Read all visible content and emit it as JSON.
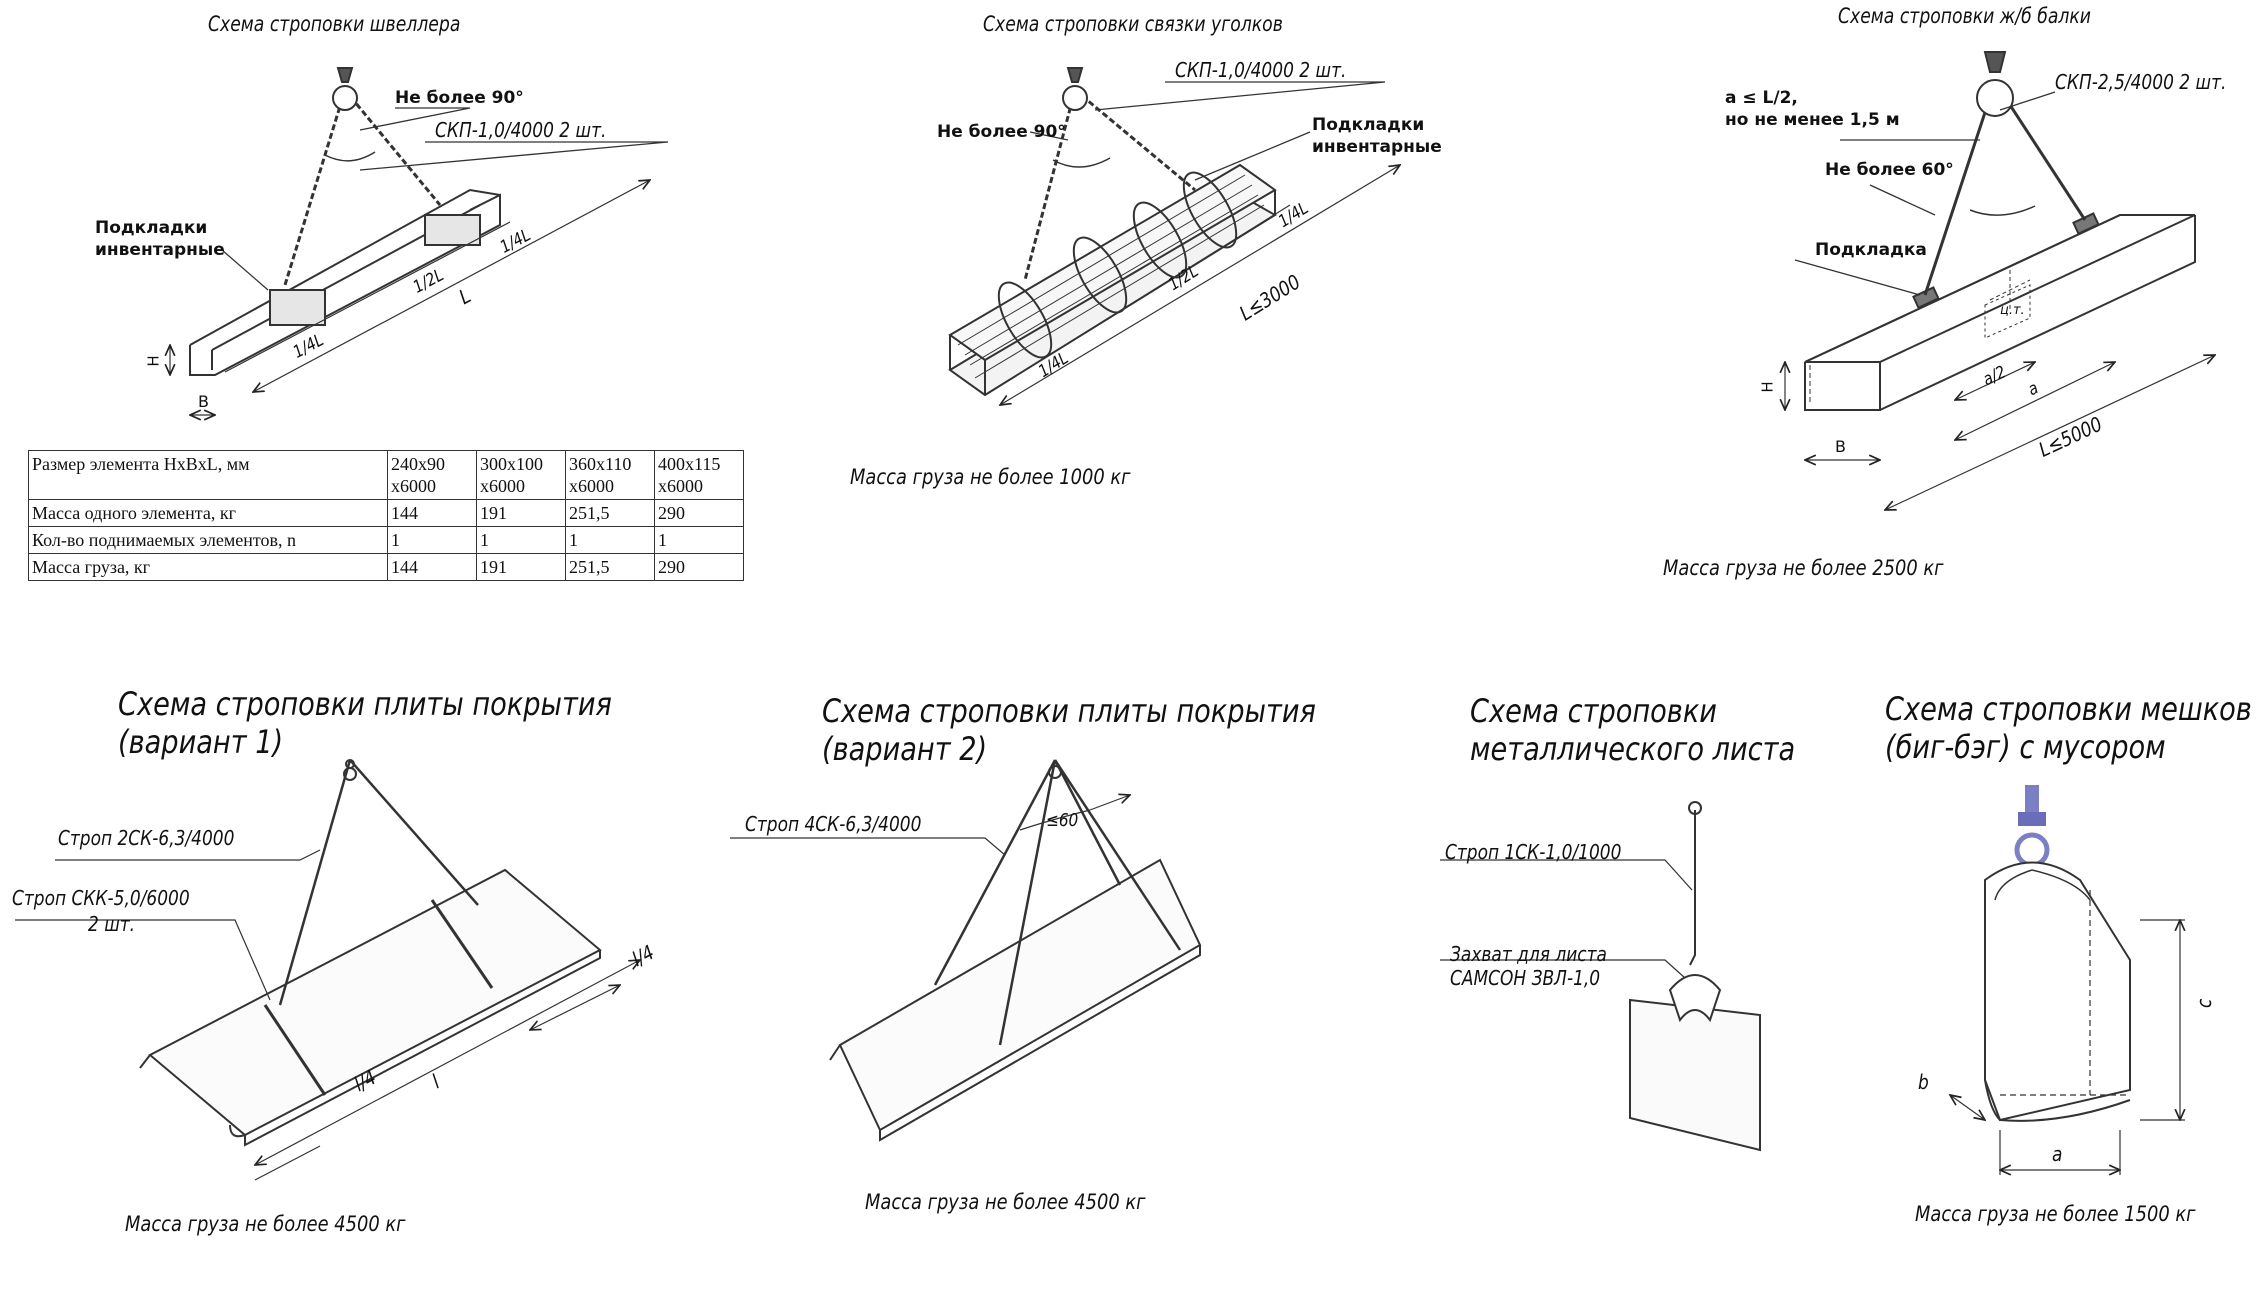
{
  "panel1": {
    "title": "Схема строповки швеллера",
    "angle": "Не более 90°",
    "sling": "СКП-1,0/4000 2 шт.",
    "pads_line1": "Подкладки",
    "pads_line2": "инвентарные",
    "dim_h": "H",
    "dim_b": "B",
    "dim_l": "L",
    "dim_half": "1/2L",
    "dim_q1": "1/4L",
    "dim_q2": "1/4L"
  },
  "table": {
    "headers": [
      "Размер элемента HxBxL, мм",
      "240x90 x6000",
      "300x100 x6000",
      "360x110 x6000",
      "400x115 x6000"
    ],
    "rows": [
      [
        "Масса одного элемента, кг",
        "144",
        "191",
        "251,5",
        "290"
      ],
      [
        "Кол-во поднимаемых элементов, n",
        "1",
        "1",
        "1",
        "1"
      ],
      [
        "Масса груза, кг",
        "144",
        "191",
        "251,5",
        "290"
      ]
    ]
  },
  "panel2": {
    "title": "Схема строповки связки уголков",
    "sling": "СКП-1,0/4000 2 шт.",
    "angle": "Не более 90°",
    "pads_line1": "Подкладки",
    "pads_line2": "инвентарные",
    "dim_l": "L≤3000",
    "dim_half": "1/2L",
    "dim_q1": "1/4L",
    "dim_q2": "1/4L",
    "mass": "Масса груза не более 1000 кг"
  },
  "panel3": {
    "title": "Схема строповки ж/б балки",
    "note_line1": "a ≤ L/2,",
    "note_line2": "но не менее 1,5 м",
    "sling": "СКП-2,5/4000 2 шт.",
    "angle": "Не более 60°",
    "pad": "Подкладка",
    "ct": "ц.т.",
    "dim_h": "H",
    "dim_b": "B",
    "dim_a2": "a/2",
    "dim_a": "a",
    "dim_l": "L≤5000",
    "mass": "Масса груза не более 2500 кг"
  },
  "panel4": {
    "title_line1": "Схема строповки плиты покрытия",
    "title_line2": "(вариант 1)",
    "sling1": "Строп 2СК-6,3/4000",
    "sling2_line1": "Строп СКК-5,0/6000",
    "sling2_line2": "2 шт.",
    "dim_q1": "l/4",
    "dim_q2": "l/4",
    "dim_l": "l",
    "mass": "Масса груза не более 4500 кг"
  },
  "panel5": {
    "title_line1": "Схема строповки плиты покрытия",
    "title_line2": "(вариант 2)",
    "sling": "Строп 4СК-6,3/4000",
    "angle": "≤60",
    "mass": "Масса груза не более 4500 кг"
  },
  "panel6": {
    "title_line1": "Схема строповки",
    "title_line2": "металлического листа",
    "sling": "Строп 1СК-1,0/1000",
    "grip_line1": "Захват для листа",
    "grip_line2": "САМСОН ЗВЛ-1,0"
  },
  "panel7": {
    "title_line1": "Схема строповки мешков",
    "title_line2": "(биг-бэг) с мусором",
    "dim_a": "a",
    "dim_b": "b",
    "dim_c": "c",
    "mass": "Масса груза не более 1500 кг",
    "hook_color": "#7b7fc4"
  }
}
